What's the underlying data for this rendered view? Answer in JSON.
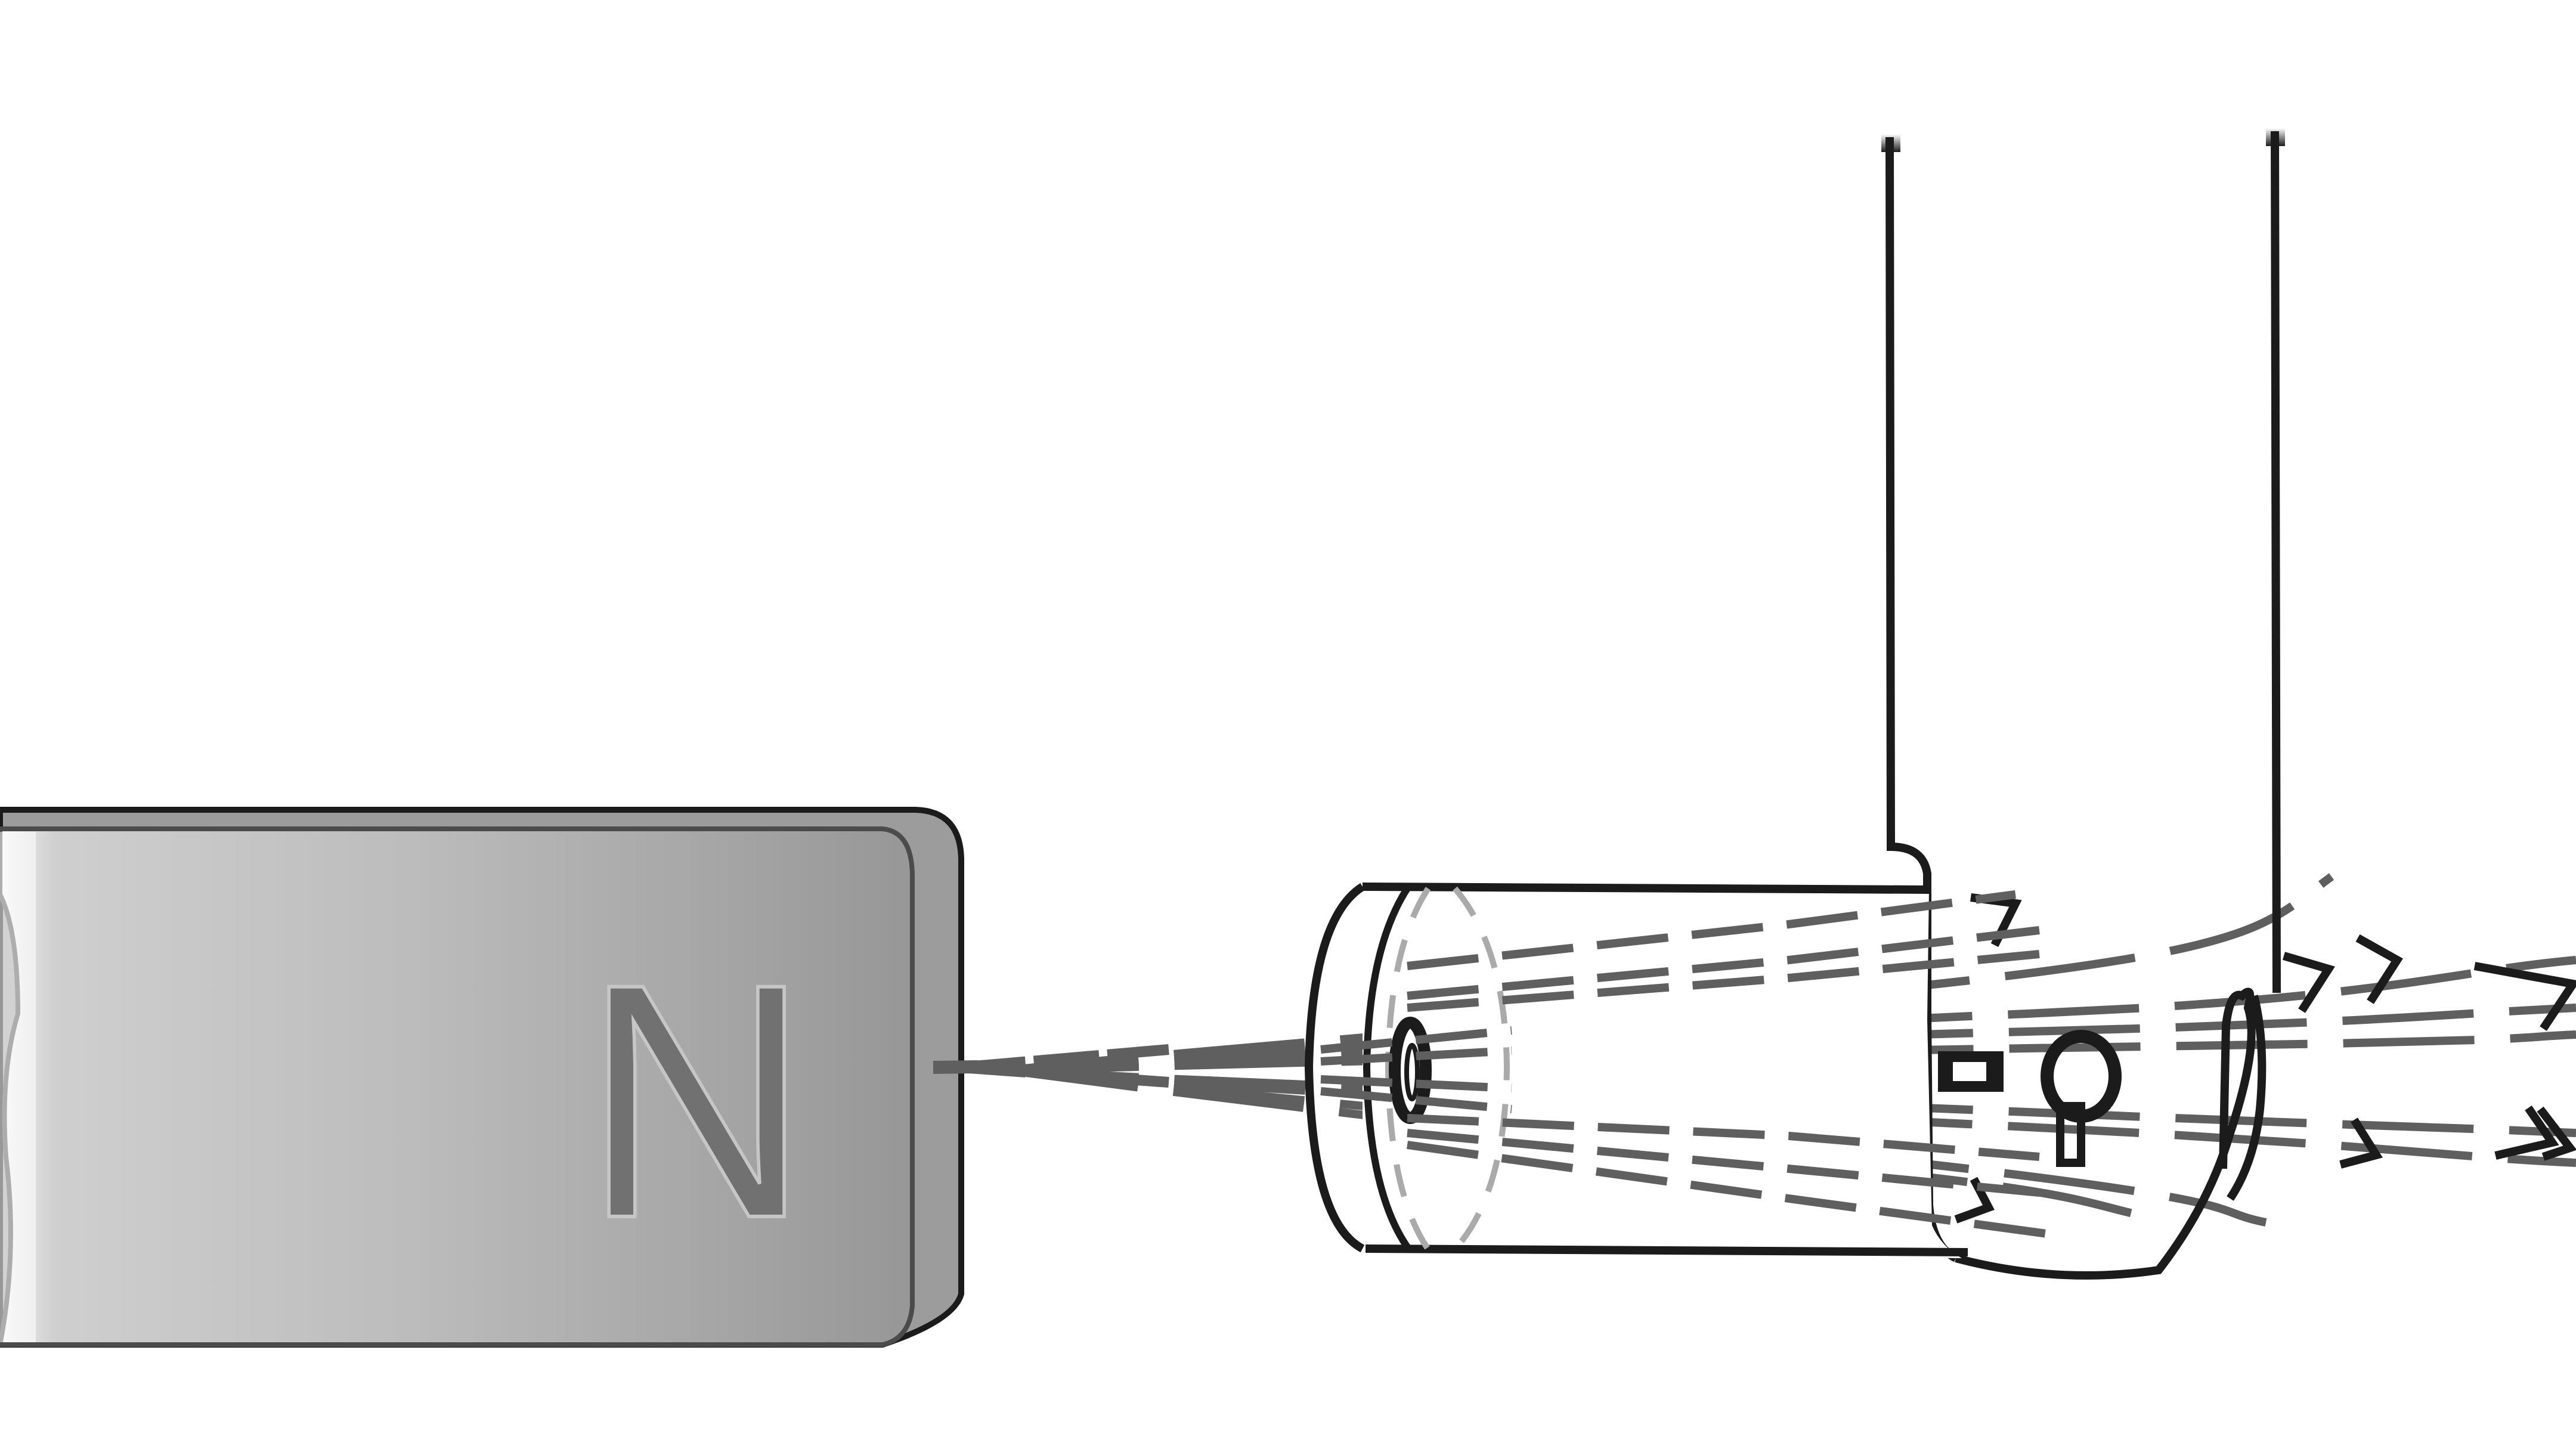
{
  "diagram": {
    "type": "physics-illustration",
    "description": "Bar magnet north pole with magnetic field lines passing through a cylindrical sensor/coil mounted on a bracket",
    "magnet": {
      "pole_label": "N",
      "fill_gradient": [
        "#f2f2f2",
        "#c4c4c4",
        "#b4b4b4",
        "#9a9a9a"
      ],
      "outline_color": "#1b1b1b",
      "letter_fill": "#707170",
      "letter_stroke": "#c6c6c6"
    },
    "field_lines": {
      "color": "#5f5f5f",
      "style": "dashed",
      "direction": "away-from-N-pole"
    },
    "sensor": {
      "outline_color": "#1b1b1b",
      "hidden_edge_color": "#aaaaaa"
    },
    "colors": {
      "background": "#ffffff",
      "ink": "#1b1b1b",
      "field": "#5f5f5f"
    }
  }
}
